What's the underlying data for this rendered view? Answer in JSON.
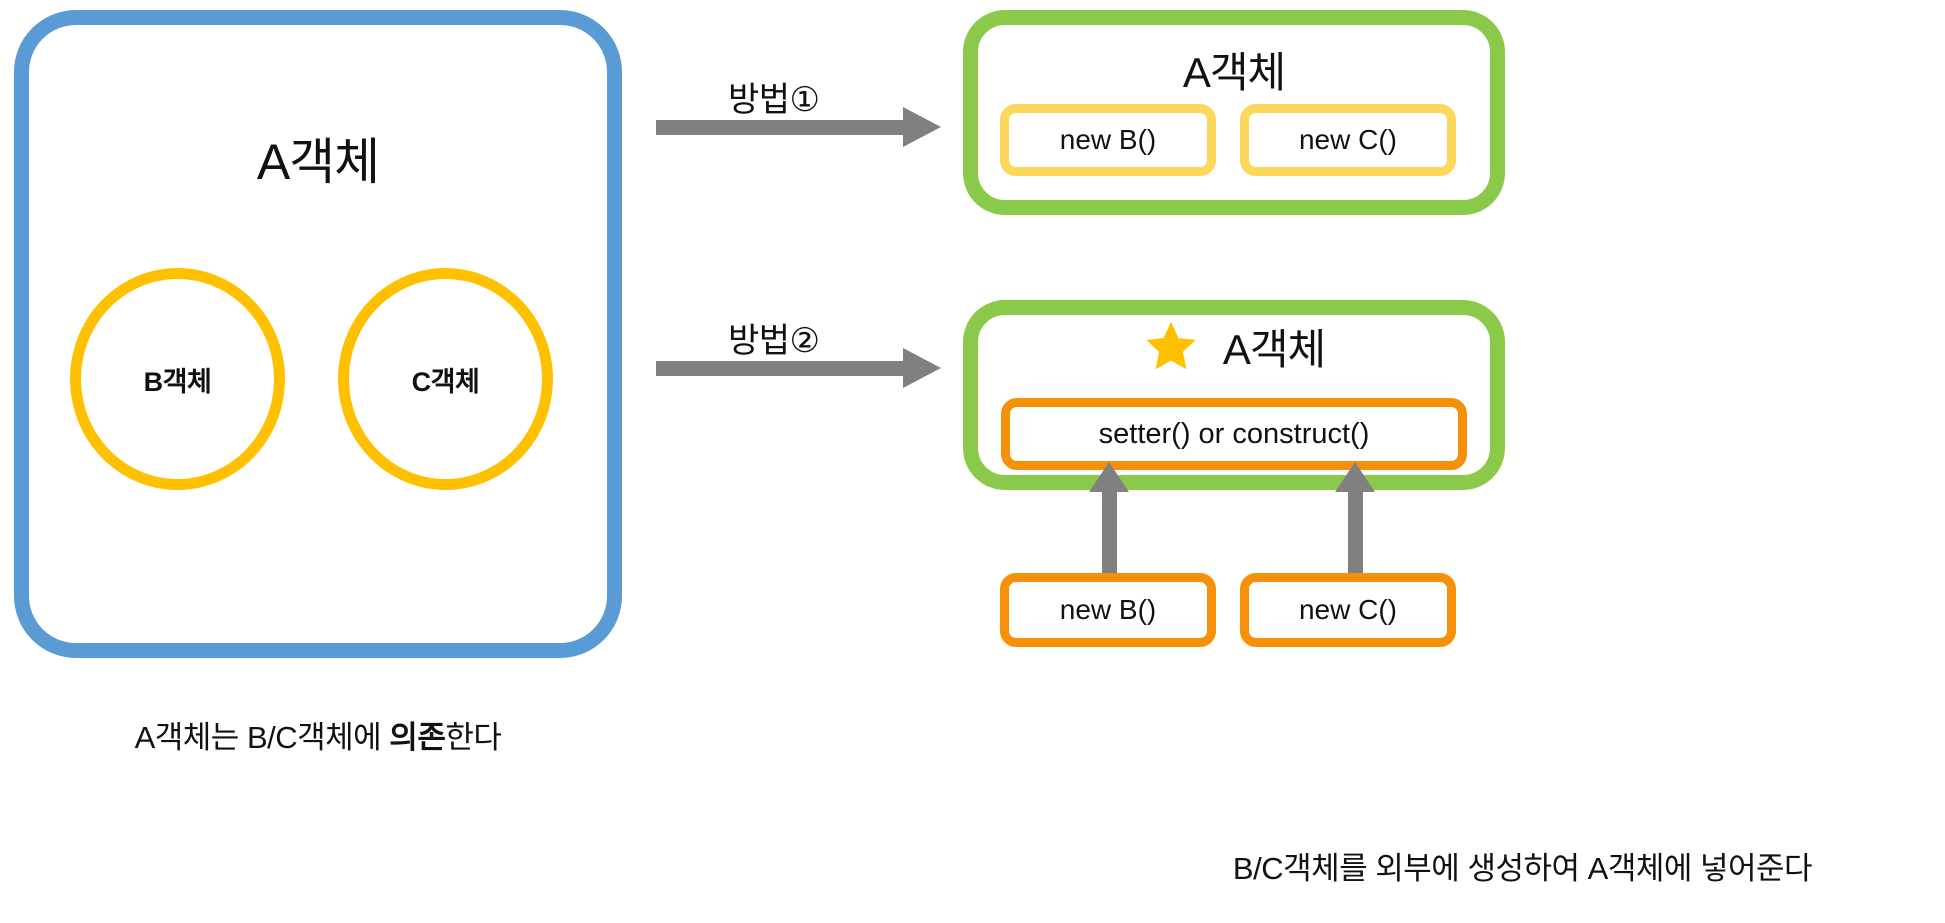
{
  "diagram": {
    "title": "Dependency Injection concept diagram",
    "colors": {
      "blue_border": "#5B9BD5",
      "green_border": "#8BC94A",
      "yellow_oval": "#FFC000",
      "soft_yellow_box": "#FBD75B",
      "orange_box": "#F79009",
      "arrow_gray": "#808080",
      "star": "#FFC000",
      "text": "#111111",
      "background": "#FFFFFF"
    }
  },
  "left_panel": {
    "title": "A객체",
    "ovals": [
      {
        "label": "B객체"
      },
      {
        "label": "C객체"
      }
    ],
    "caption_prefix": "A객체는  B/C객체에 ",
    "caption_bold": "의존",
    "caption_suffix": "한다"
  },
  "arrows": [
    {
      "label": "방법①",
      "icon": "right-arrow-icon"
    },
    {
      "label": "방법②",
      "icon": "right-arrow-icon"
    }
  ],
  "method_one": {
    "title": "A객체",
    "boxes": [
      {
        "label": "new B()"
      },
      {
        "label": "new C()"
      }
    ]
  },
  "method_two": {
    "star_icon": "star-icon",
    "title": "A객체",
    "injector_label": "setter() or construct()",
    "external_boxes": [
      {
        "label": "new B()"
      },
      {
        "label": "new C()"
      }
    ],
    "up_arrows": [
      {
        "icon": "up-arrow-icon"
      },
      {
        "icon": "up-arrow-icon"
      }
    ],
    "caption": "B/C객체를 외부에 생성하여 A객체에 넣어준다"
  }
}
